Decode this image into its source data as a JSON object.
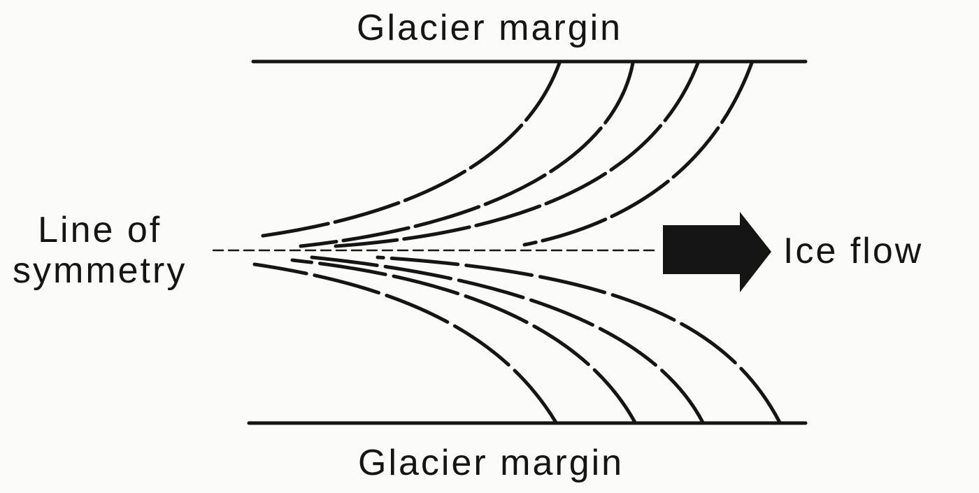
{
  "diagram": {
    "labels": {
      "top_margin": "Glacier margin",
      "bottom_margin": "Glacier margin",
      "symmetry_line_1": "Line of",
      "symmetry_line_2": "symmetry",
      "flow": "Ice flow"
    },
    "colors": {
      "ink": "#151515",
      "background": "#fbfbf9"
    },
    "elements": {
      "margins": 2,
      "upper_foliation_curves": 4,
      "lower_foliation_curves": 4,
      "flow_arrow_direction": "right"
    }
  }
}
